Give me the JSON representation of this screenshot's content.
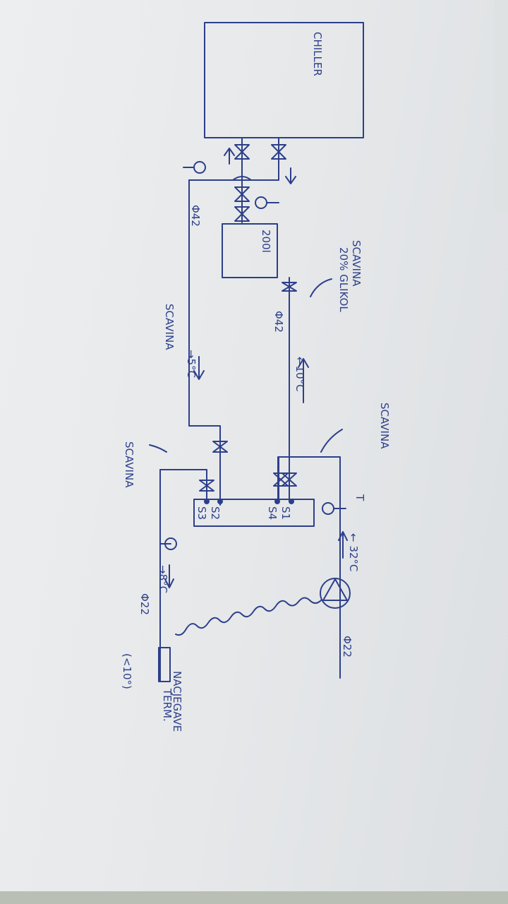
{
  "labels": {
    "chiller": "CHILLER",
    "tank": "200l",
    "glycol_note_1": "SCAVINA",
    "glycol_note_2": "20% GLIKOL",
    "supply_diameter": "Φ42",
    "return_diameter": "Φ42",
    "return_temp": "←10°C",
    "supply_temp": "→5°C",
    "insulation_supply": "SCAVINA",
    "insulation_right": "SCAVINA",
    "insulation_left": "SCAVINA",
    "temp_sensor": "T",
    "right_temp": "← 32°C",
    "right_diameter": "Φ22",
    "left_temp": "→8°C",
    "left_diameter": "Φ22",
    "limit_note": "(<10°)",
    "terminal_note_1": "NACJEGAVE",
    "terminal_note_2": "TERM.",
    "s1": "S1",
    "s2": "S2",
    "s3": "S3",
    "s4": "S4"
  },
  "colors": {
    "ink": "#2d3f8a",
    "paper": "#e6e8ea"
  }
}
